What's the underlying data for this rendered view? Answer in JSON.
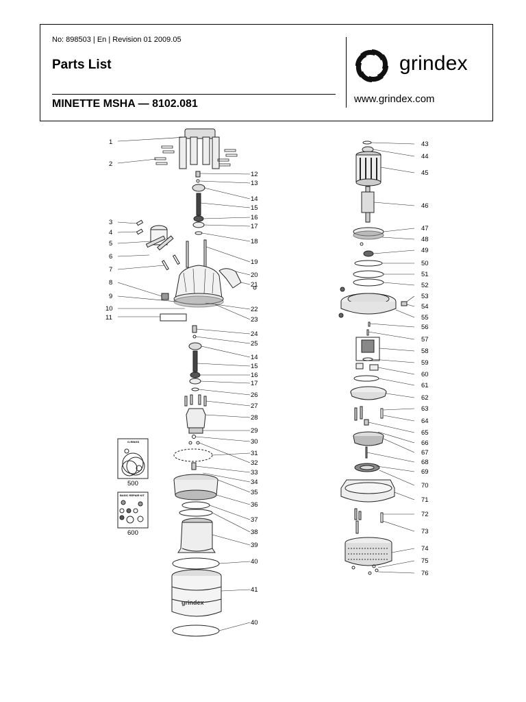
{
  "header": {
    "doc_no": "No:  898503 | En | Revision 01 2009.05",
    "title": "Parts List",
    "model": "MINETTE MSHA — 8102.081",
    "brand": "grindex",
    "website": "www.grindex.com"
  },
  "kits": {
    "o_rings": {
      "number": "500",
      "label": "O-RINGS"
    },
    "repair": {
      "number": "600",
      "label": "BASIC REPAIR KIT"
    }
  },
  "callouts": {
    "left": [
      "1",
      "2",
      "3",
      "4",
      "5",
      "6",
      "7",
      "8",
      "9",
      "10",
      "11"
    ],
    "center": [
      "12",
      "13",
      "14",
      "15",
      "16",
      "17",
      "18",
      "19",
      "20",
      "21",
      "22",
      "23",
      "24",
      "25",
      "14",
      "15",
      "16",
      "17",
      "26",
      "27",
      "28",
      "29",
      "30",
      "31",
      "32",
      "33",
      "34",
      "35",
      "36",
      "37",
      "38",
      "39",
      "40",
      "41",
      "40"
    ],
    "right": [
      "43",
      "44",
      "45",
      "46",
      "47",
      "48",
      "49",
      "50",
      "51",
      "52",
      "53",
      "54",
      "55",
      "56",
      "57",
      "58",
      "59",
      "60",
      "61",
      "62",
      "63",
      "64",
      "65",
      "66",
      "67",
      "68",
      "69",
      "70",
      "71",
      "72",
      "73",
      "74",
      "75",
      "76"
    ]
  }
}
